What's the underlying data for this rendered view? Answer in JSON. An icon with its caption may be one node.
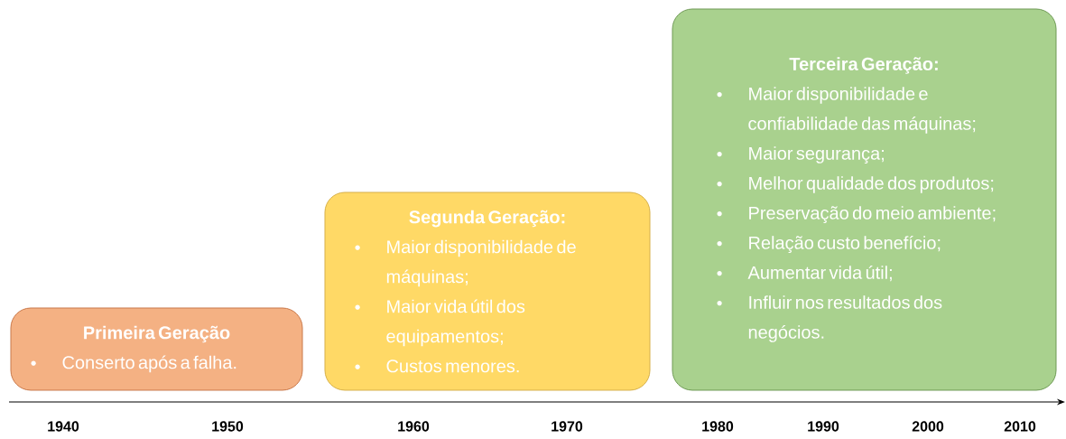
{
  "diagram": {
    "nodes": [
      {
        "text": [
          "Primeira Geração",
          "Conserto após a falha."
        ]
      },
      {
        "text": [
          "Segunda Geração:",
          "Maior disponibilidade de máquinas;",
          "Maior vida útil dos equipamentos;",
          "Custos menores."
        ]
      },
      {
        "text": [
          "Terceira Geração:",
          "Maior disponibilidade e confiabilidade das máquinas;",
          "Maior segurança;",
          "Melhor qualidade dos produtos;",
          "Preservação do meio ambiente;",
          "Relação custo benefício;",
          "Aumentar vida útil;",
          "Influir nos resultados dos negócios."
        ]
      }
    ],
    "labels": [
      "1940",
      "1950",
      "1960",
      "1970",
      "1980",
      "1990",
      "2000",
      "2010"
    ]
  }
}
